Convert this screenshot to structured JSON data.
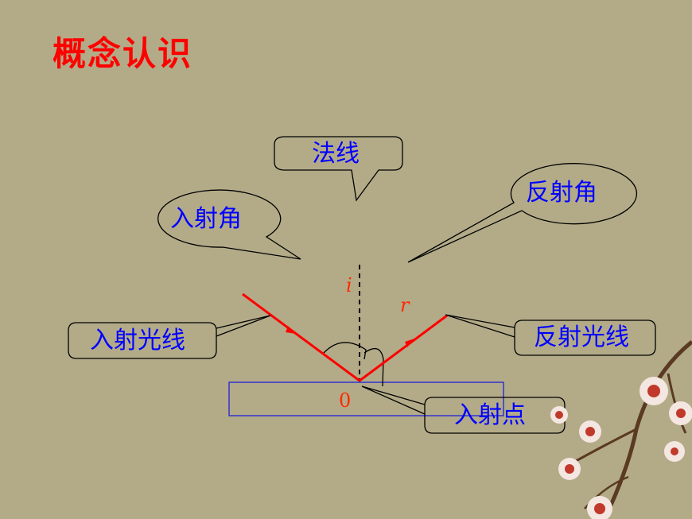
{
  "title": "概念认识",
  "labels": {
    "normal": "法线",
    "incidence_angle": "入射角",
    "reflection_angle": "反射角",
    "incident_ray": "入射光线",
    "reflected_ray": "反射光线",
    "incidence_point": "入射点"
  },
  "symbols": {
    "i": "i",
    "r": "r",
    "point": "0"
  },
  "colors": {
    "background": "#b3ab88",
    "title": "#ff0000",
    "label_text": "#0000ff",
    "ray": "#ff0000",
    "mirror_border": "#3333cc"
  }
}
